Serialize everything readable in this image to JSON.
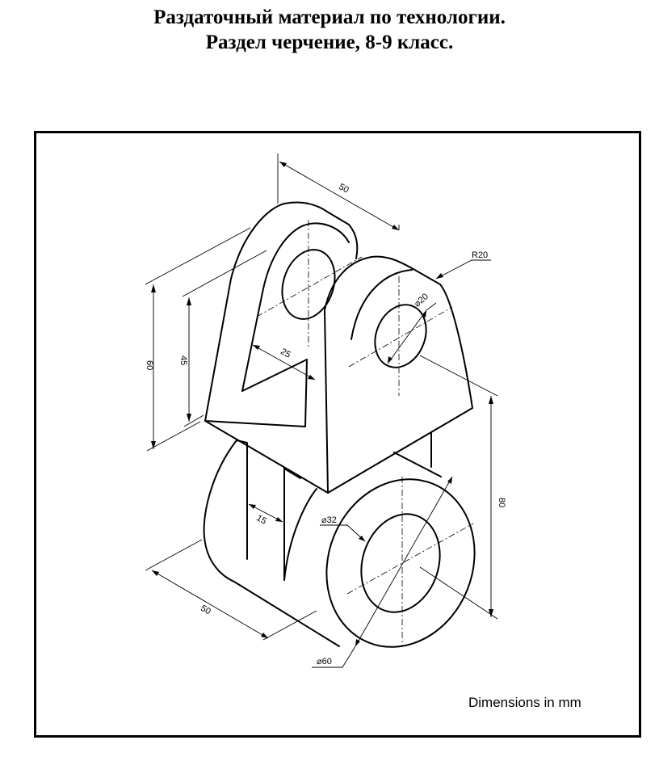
{
  "header": {
    "line1": "Раздаточный материал по технологии.",
    "line2": "Раздел черчение, 8-9 класс."
  },
  "drawing": {
    "dimensions": {
      "width_top": "50",
      "radius": "R20",
      "hole_top": "⌀20",
      "height_60": "60",
      "height_45": "45",
      "slot_25": "25",
      "height_80": "80",
      "web_15": "15",
      "hole_bottom": "⌀32",
      "length_bottom": "50",
      "dia_bottom": "⌀60"
    },
    "units_note": "Dimensions in mm"
  },
  "colors": {
    "ink": "#000000",
    "paper": "#ffffff"
  }
}
